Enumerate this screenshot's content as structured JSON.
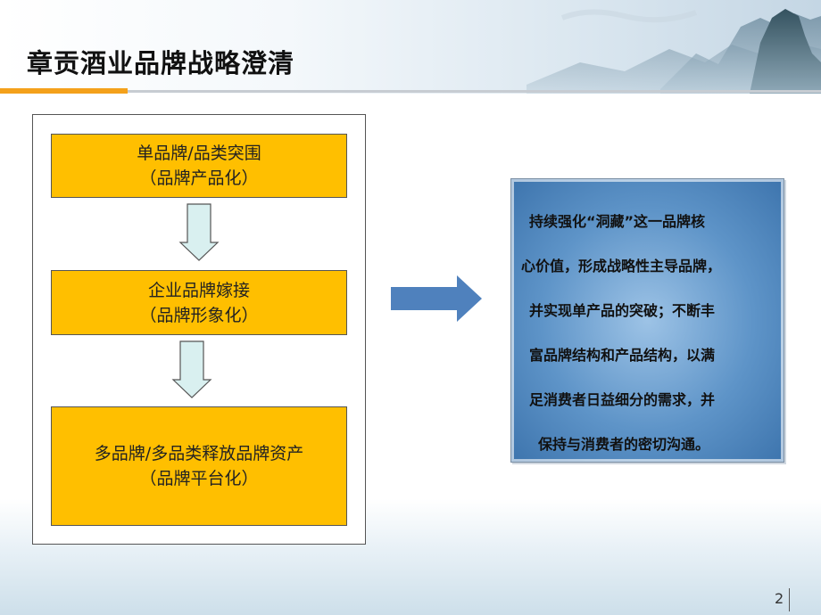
{
  "title": "章贡酒业品牌战略澄清",
  "steps": [
    {
      "line1": "单品牌/品类突围",
      "line2": "（品牌产品化）"
    },
    {
      "line1": "企业品牌嫁接",
      "line2": "（品牌形象化）"
    },
    {
      "line1": "多品牌/多品类释放品牌资产",
      "line2": "（品牌平台化）"
    }
  ],
  "panel": {
    "lines": [
      "持续强化“洞藏”这一品牌核",
      "心价值，形成战略性主导品牌，",
      "并实现单产品的突破；不断丰",
      "富品牌结构和产品结构，以满",
      "足消费者日益细分的需求，并",
      "保持与消费者的密切沟通。"
    ]
  },
  "page_number": "2",
  "colors": {
    "accent_orange": "#f4a11b",
    "box_fill": "#ffbf00",
    "arrow_blue": "#4f81bd",
    "down_arrow_fill": "#d9f0f0",
    "panel_blue": "#5e94c8"
  }
}
